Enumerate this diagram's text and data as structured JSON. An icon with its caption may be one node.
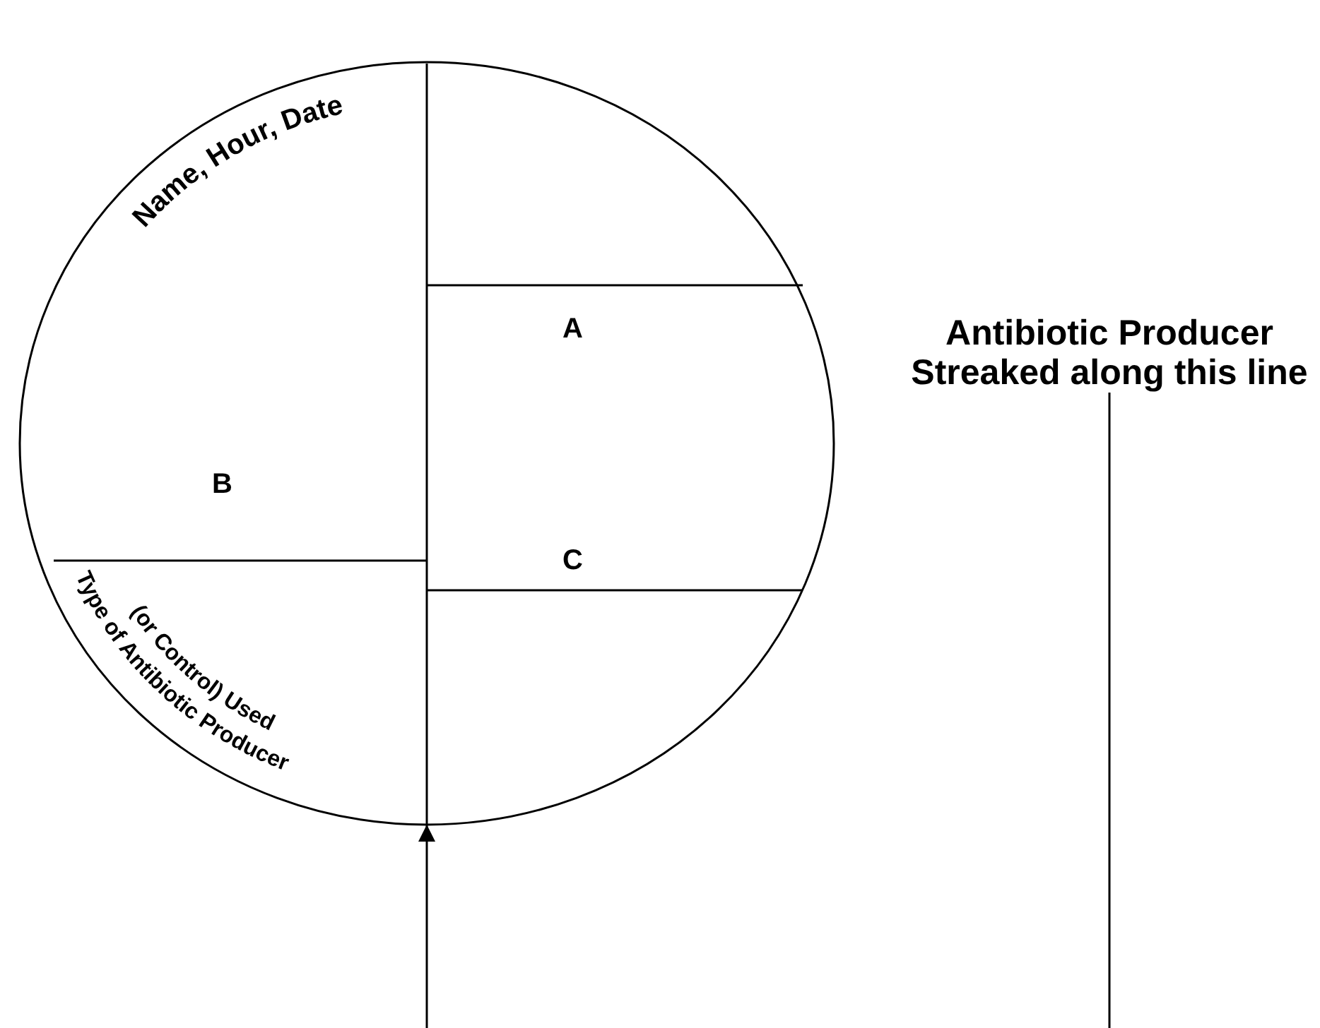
{
  "diagram": {
    "nodes": [
      {
        "text": [
          "Name, Hour, Date",
          "Type of Antibiotic Producer (or Control) Used"
        ]
      },
      {
        "text": [
          "Antibiotic Producer Streaked along this line"
        ]
      }
    ],
    "edges": [
      {
        "from": 1,
        "to": 0,
        "arrow": "to"
      }
    ],
    "labels": [
      "A",
      "B",
      "C"
    ]
  }
}
